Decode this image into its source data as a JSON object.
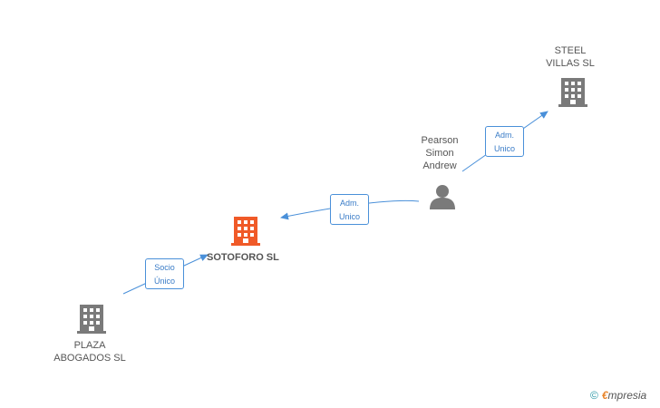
{
  "nodes": {
    "steel_villas": {
      "line1": "STEEL",
      "line2": "VILLAS SL"
    },
    "pearson": {
      "line1": "Pearson",
      "line2": "Simon",
      "line3": "Andrew"
    },
    "sotoforo": {
      "label": "SOTOFORO SL"
    },
    "plaza_abogados": {
      "line1": "PLAZA",
      "line2": "ABOGADOS  SL"
    }
  },
  "edges": {
    "pearson_to_steel": {
      "line1": "Adm.",
      "line2": "Unico"
    },
    "pearson_to_sotoforo": {
      "line1": "Adm.",
      "line2": "Unico"
    },
    "plaza_to_sotoforo": {
      "line1": "Socio",
      "line2": "Único"
    }
  },
  "colors": {
    "edge": "#4a90d9",
    "company_icon": "#7a7a7a",
    "main_company_icon": "#f05a28",
    "person_icon": "#7a7a7a"
  },
  "icons": {
    "company": "building-icon",
    "person": "person-icon",
    "copyright": "copyright-icon"
  },
  "watermark": {
    "copyright": "©",
    "brand_e": "€",
    "brand_rest": "mpresia"
  }
}
